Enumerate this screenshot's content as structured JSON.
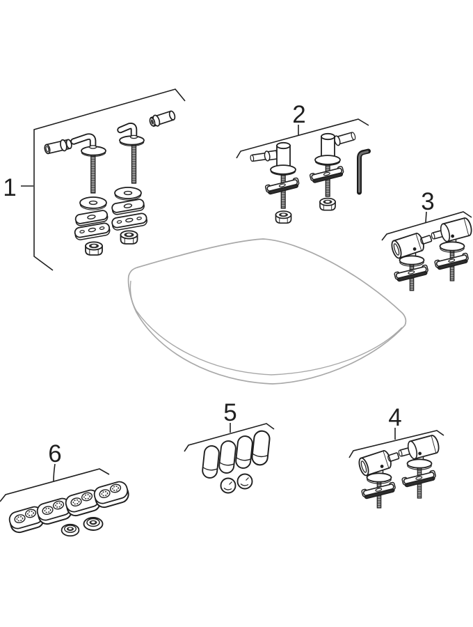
{
  "diagram": {
    "type": "exploded-parts-diagram",
    "subject": "toilet seat lid with mounting hardware sets",
    "background_color": "#ffffff",
    "part_outline_color": "#1f1f1f",
    "seat_outline_color": "#a8a8a8",
    "labels": [
      {
        "text": "1",
        "part": "fastening set: two L-shaped bolts with cover sleeves, washers, oval plates and hex nuts"
      },
      {
        "text": "2",
        "part": "hinge bolt set: two bolts with flanges, toggle plates, hex nuts and allen key"
      },
      {
        "text": "3",
        "part": "hinge pair: two pivot cylinders with flanges, toggle plates and threaded rods"
      },
      {
        "text": "4",
        "part": "hinge pair: two pivot cylinders with flanges, toggle plates and threaded rods"
      },
      {
        "text": "5",
        "part": "buffer set: four capsule buffers and two round caps"
      },
      {
        "text": "6",
        "part": "buffer set: four textured oval pads and two grommets"
      }
    ],
    "seat": {
      "part": "seat lid outline"
    }
  }
}
